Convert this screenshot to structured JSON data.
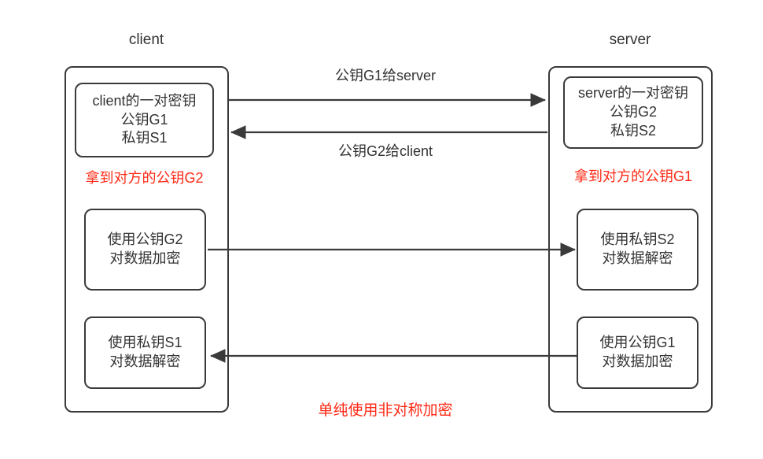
{
  "diagram": {
    "title_left": "client",
    "title_right": "server",
    "bottom_caption": "单纯使用非对称加密",
    "line_color": "#3a3a3a",
    "accent_color": "#ff2a16",
    "text_color": "#333333"
  },
  "client": {
    "label": "client",
    "keypair_box": {
      "line1": "client的一对密钥",
      "line2": "公钥G1",
      "line3": "私钥S1"
    },
    "note": "拿到对方的公钥G2",
    "encrypt_box": {
      "line1": "使用公钥G2",
      "line2": "对数据加密"
    },
    "decrypt_box": {
      "line1": "使用私钥S1",
      "line2": "对数据解密"
    }
  },
  "server": {
    "label": "server",
    "keypair_box": {
      "line1": "server的一对密钥",
      "line2": "公钥G2",
      "line3": "私钥S2"
    },
    "note": "拿到对方的公钥G1",
    "decrypt_box": {
      "line1": "使用私钥S2",
      "line2": "对数据解密"
    },
    "encrypt_box": {
      "line1": "使用公钥G1",
      "line2": "对数据加密"
    }
  },
  "arrows": {
    "top_to_server_label": "公钥G1给server",
    "top_to_client_label": "公钥G2给client"
  }
}
